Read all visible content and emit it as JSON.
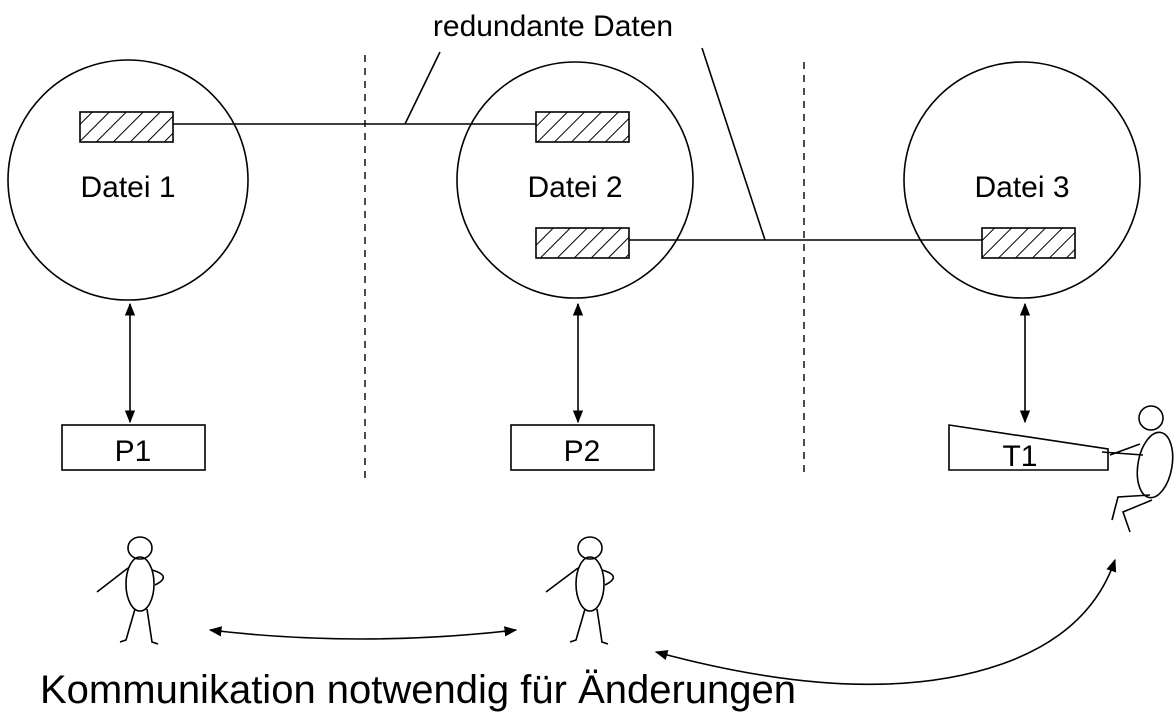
{
  "title": "redundante Daten",
  "caption": "Kommunikation notwendig für Änderungen",
  "files": [
    {
      "label": "Datei 1"
    },
    {
      "label": "Datei 2"
    },
    {
      "label": "Datei 3"
    }
  ],
  "programs": [
    {
      "label": "P1"
    },
    {
      "label": "P2"
    },
    {
      "label": "T1"
    }
  ],
  "icons": {
    "person": "person-icon",
    "hatched_record": "hatched-record-icon"
  },
  "colors": {
    "line": "#000000",
    "background": "#ffffff"
  }
}
